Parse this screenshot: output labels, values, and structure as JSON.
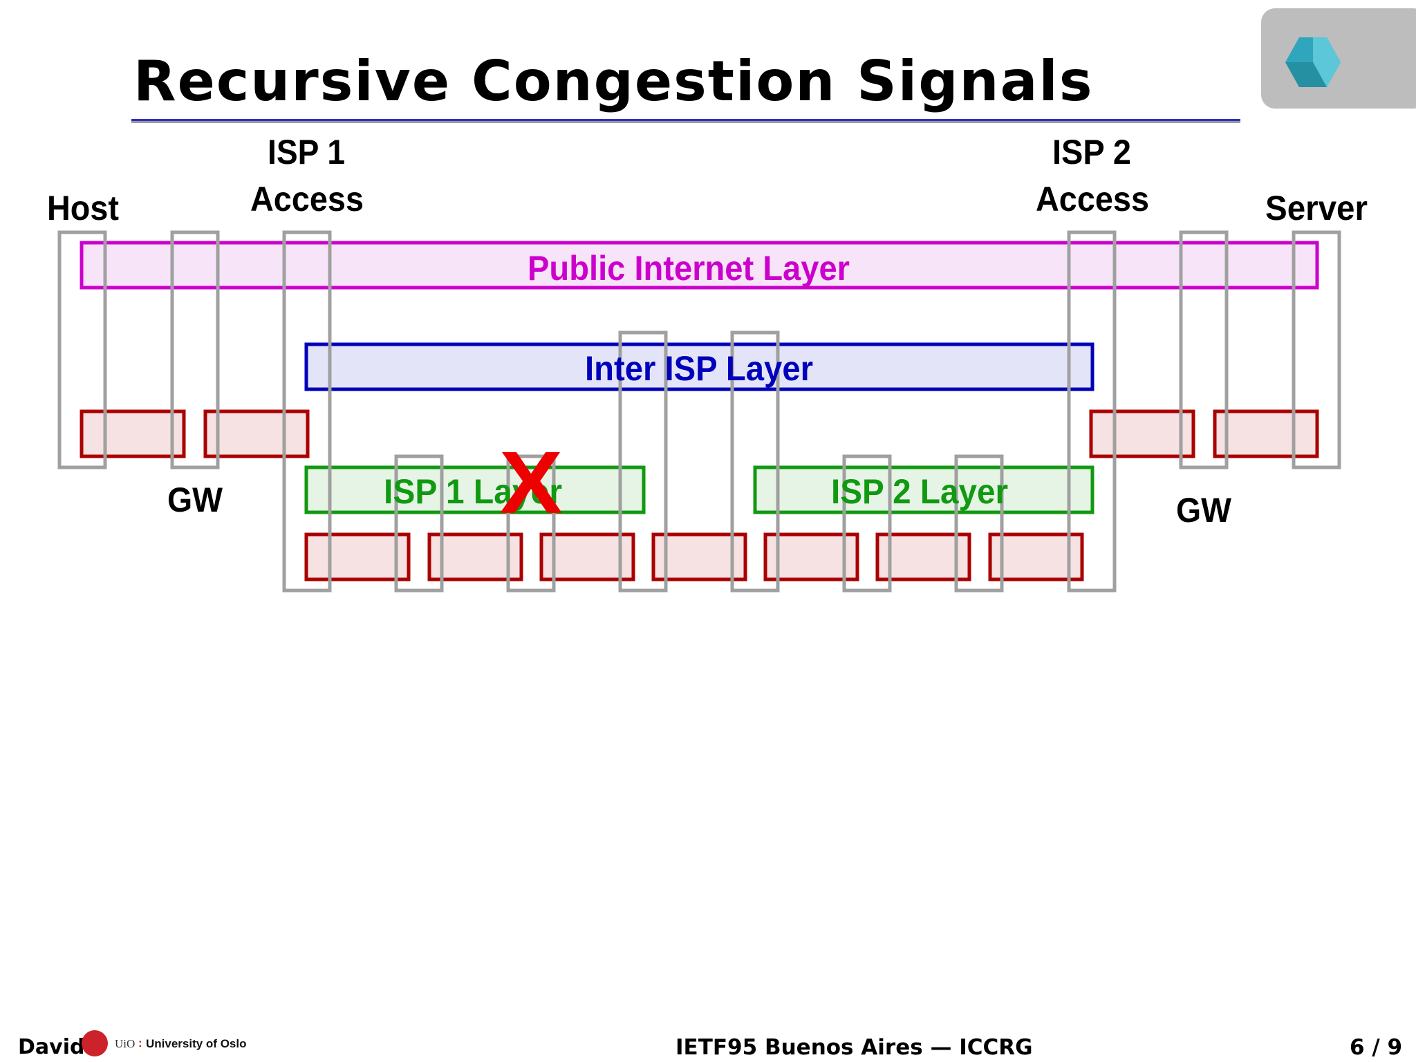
{
  "slide": {
    "title": "Recursive Congestion Signals",
    "colors": {
      "title_rule": "#2f2fc4",
      "public_layer": "#cc00cc",
      "inter_isp_layer": "#0000bb",
      "isp_layer": "#119911",
      "link_box": "#aa0000",
      "node_outline": "#a0a0a0",
      "congestion_mark": "#ee0000"
    }
  },
  "diagram": {
    "nodes": {
      "host": "Host",
      "isp1_access_line1": "ISP 1",
      "isp1_access_line2": "Access",
      "isp2_access_line1": "ISP 2",
      "isp2_access_line2": "Access",
      "server": "Server",
      "gw_left": "GW",
      "gw_right": "GW"
    },
    "layers": {
      "public": "Public Internet Layer",
      "inter_isp": "Inter ISP Layer",
      "isp1": "ISP 1 Layer",
      "isp2": "ISP 2 Layer"
    },
    "congestion_mark": "X"
  },
  "footer": {
    "author": "David",
    "uio": "UiO",
    "uio_sep": ":",
    "university": "University of Oslo",
    "event": "IETF95 Buenos Aires — ICCRG",
    "page": "6 / 9"
  }
}
